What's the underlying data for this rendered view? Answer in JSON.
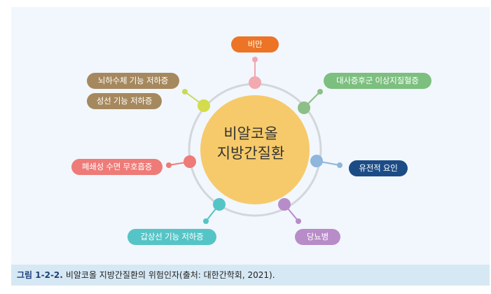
{
  "diagram": {
    "center": {
      "line1": "비알코올",
      "line2": "지방간질환"
    },
    "factors": [
      {
        "id": "obesity",
        "label": "비만",
        "color": "#ec7424"
      },
      {
        "id": "metabolic",
        "label": "대사증후군 이상지질혈증",
        "color": "#7cbf7f"
      },
      {
        "id": "growth",
        "label": "뇌하수체 기능 저하증",
        "color": "#a6885e"
      },
      {
        "id": "gonad",
        "label": "성선 기능 저하증",
        "color": "#a6885e"
      },
      {
        "id": "apnea",
        "label": "폐쇄성 수면 무호흡증",
        "color": "#ee7b77"
      },
      {
        "id": "thyroid",
        "label": "갑상선 기능 저하증",
        "color": "#55c4c6"
      },
      {
        "id": "diabetes",
        "label": "당뇨병",
        "color": "#b88cc8"
      },
      {
        "id": "genetic",
        "label": "유전적 요인",
        "color": "#1c4c86"
      }
    ]
  },
  "caption": {
    "number": "그림 1-2-2.",
    "text": "비알코올 지방간질환의 위험인자(출처: 대한간학회, 2021)."
  }
}
